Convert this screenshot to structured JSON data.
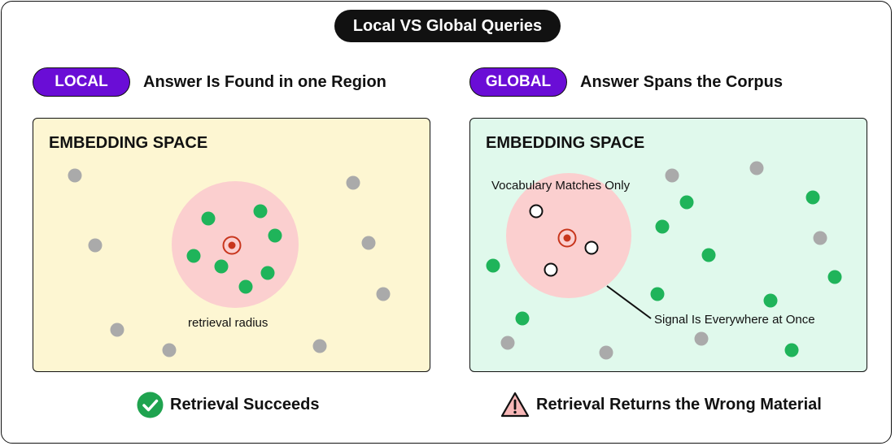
{
  "title": "Local VS Global Queries",
  "colors": {
    "tag_fill": "#6a0dd6",
    "local_panel_fill": "#fdf6d2",
    "global_panel_fill": "#e0f9ec",
    "radius_fill": "#fbcfcf",
    "relevant_dot": "#1fb45a",
    "irrelevant_dot": "#aaaaaa",
    "query_marker": "#c8361d",
    "success": "#1fa34f",
    "warning_fill": "#f7b7b7"
  },
  "local": {
    "tag": "LOCAL",
    "subtitle": "Answer Is Found in one Region",
    "panel_title": "EMBEDDING SPACE",
    "radius_label": "retrieval radius",
    "outcome": "Retrieval Succeeds",
    "outcome_icon": "check-circle-icon"
  },
  "global": {
    "tag": "GLOBAL",
    "subtitle": "Answer Spans the Corpus",
    "panel_title": "EMBEDDING SPACE",
    "vocab_label": "Vocabulary Matches Only",
    "signal_label": "Signal Is Everywhere at Once",
    "outcome": "Retrieval Returns the Wrong Material",
    "outcome_icon": "warning-triangle-icon"
  }
}
